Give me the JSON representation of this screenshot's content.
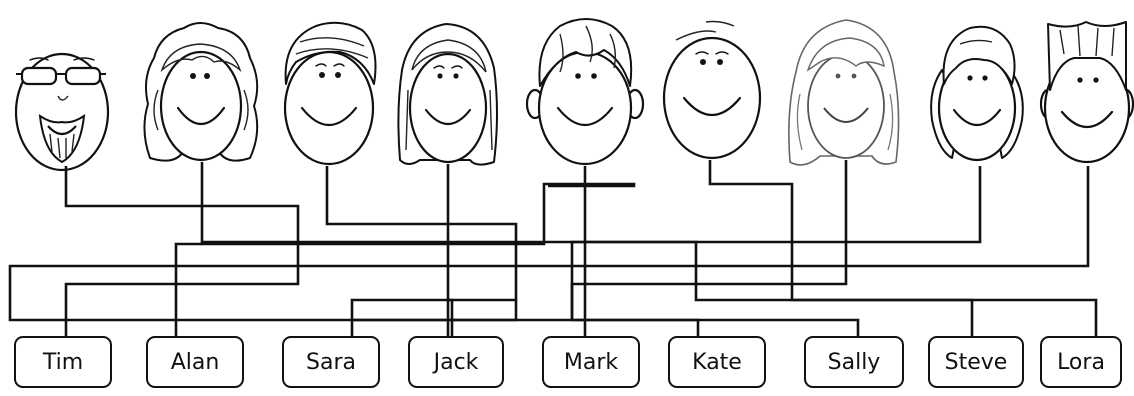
{
  "names": [
    "Tim",
    "Alan",
    "Sara",
    "Jack",
    "Mark",
    "Kate",
    "Sally",
    "Steve",
    "Lora"
  ],
  "colors": {
    "line": "#111111",
    "background": "#ffffff"
  },
  "faces": [
    "bald-sunglasses-goatee-face-icon",
    "curly-hair-face-icon",
    "short-hair-face-icon",
    "long-straight-hair-face-icon",
    "messy-hair-face-icon",
    "bald-face-icon",
    "wavy-long-hair-face-icon",
    "pigtails-face-icon",
    "spiky-flat-hair-face-icon"
  ]
}
